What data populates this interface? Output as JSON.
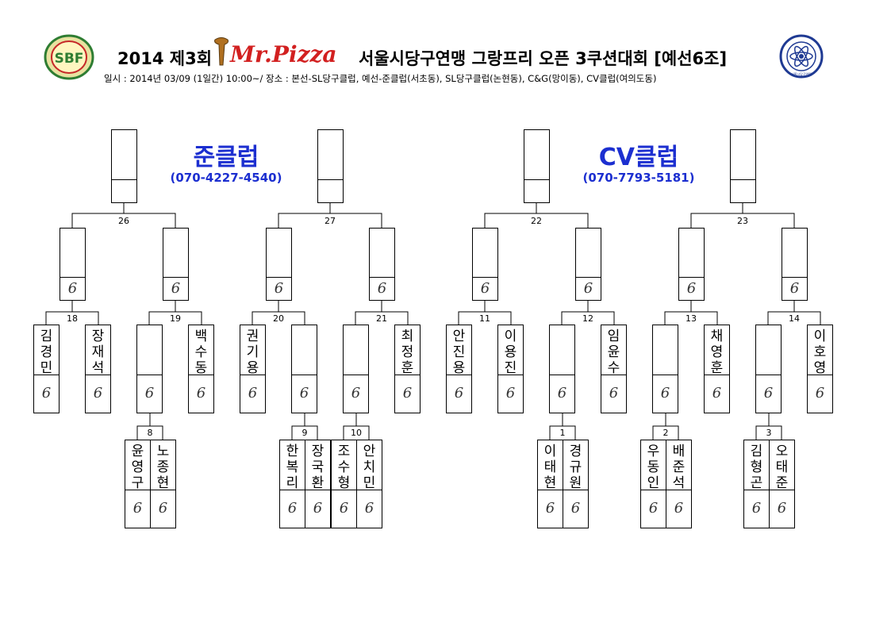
{
  "header": {
    "year_round": "2014 제3회",
    "brand": "Mr.Pizza",
    "title_rest": "서울시당구연맹 그랑프리 오픈 3쿠션대회 [예선6조]",
    "info": "일시 : 2014년 03/09 (1일간) 10:00~/ 장소 : 본선-SL당구클럽, 예선-준클럽(서초동), SL당구클럽(논현동), C&G(망이동), CV클럽(여의도동)",
    "left_logo_text": "SBF",
    "right_logo_text": "서울시당구연맹"
  },
  "clubs": [
    {
      "name": "준클럽",
      "phone": "(070-4227-4540)"
    },
    {
      "name": "CV클럽",
      "phone": "(070-7793-5181)"
    }
  ],
  "score_mark": "6",
  "match_numbers": {
    "m26": "26",
    "m27": "27",
    "m22": "22",
    "m23": "23",
    "m18": "18",
    "m19": "19",
    "m20": "20",
    "m21": "21",
    "m11": "11",
    "m12": "12",
    "m13": "13",
    "m14": "14",
    "m8": "8",
    "m9": "9",
    "m10": "10",
    "m1": "1",
    "m2": "2",
    "m3": "3"
  },
  "players": {
    "p01": "김경민",
    "p02": "장재석",
    "p03": "",
    "p04": "백수동",
    "p05": "권기용",
    "p06": "",
    "p07": "",
    "p08": "최정훈",
    "p09": "안진용",
    "p10": "이용진",
    "p11": "",
    "p12": "임윤수",
    "p13": "",
    "p14": "채영훈",
    "p15": "",
    "p16": "이호영",
    "q01": "윤영구",
    "q02": "노종현",
    "q03": "한복리",
    "q04": "장국환",
    "q05": "조수형",
    "q06": "안치민",
    "q07": "이태현",
    "q08": "경규원",
    "q09": "우동인",
    "q10": "배준석",
    "q11": "김형곤",
    "q12": "오태준"
  }
}
